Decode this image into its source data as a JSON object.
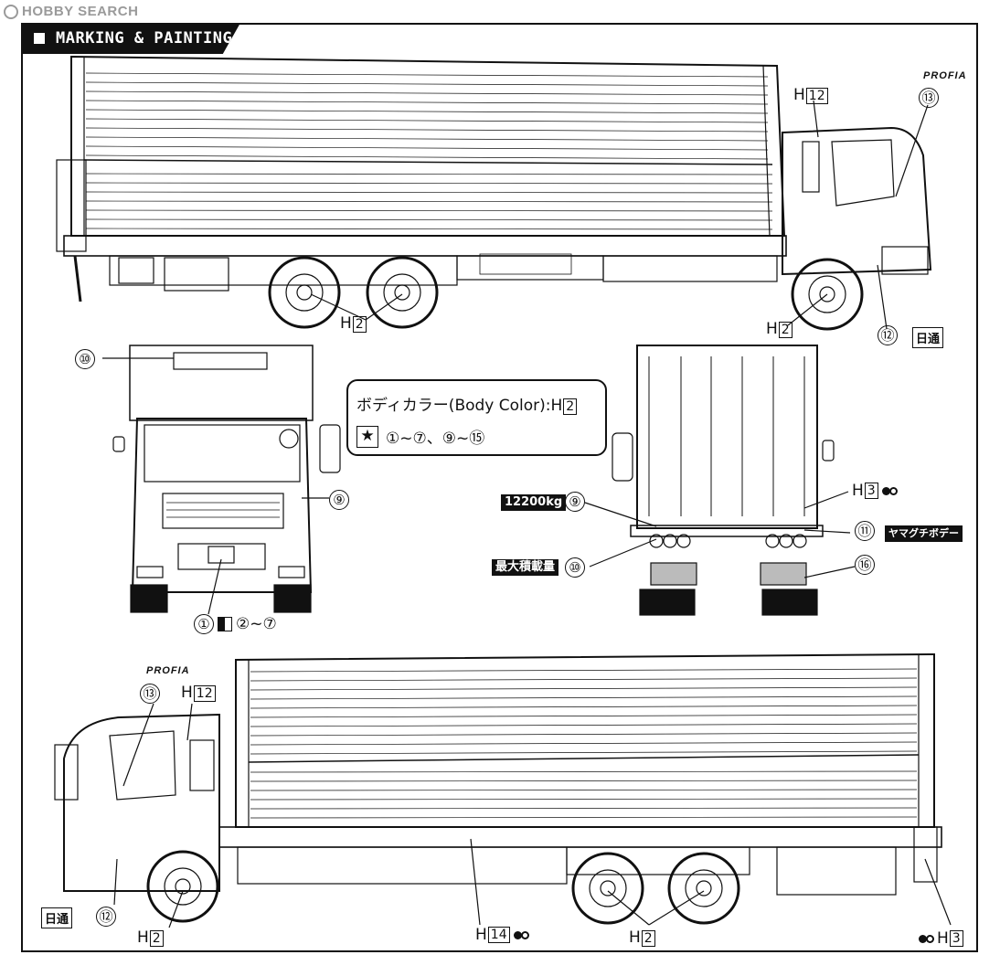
{
  "watermark": "HOBBY SEARCH",
  "header": {
    "title": "MARKING & PAINTING"
  },
  "brand_text": "PROFIA",
  "color_box": {
    "title": "ボディカラー(Body Color):H",
    "title_code": "2",
    "star_symbol": "★",
    "range": "①~⑦、⑨~⑮"
  },
  "callouts": {
    "top_h12_prefix": "H",
    "top_h12_num": "12",
    "top_13": "⑬",
    "top_h2_left_prefix": "H",
    "top_h2_left_num": "2",
    "top_h2_right_prefix": "H",
    "top_h2_right_num": "2",
    "top_12": "⑫",
    "front_10": "⑩",
    "front_9": "⑨",
    "front_1": "①",
    "front_range": "②~⑦",
    "rear_h3_prefix": "H",
    "rear_h3_num": "3",
    "rear_9": "⑨",
    "rear_11": "⑪",
    "rear_10": "⑩",
    "rear_16": "⑯",
    "weight_label": "12200kg",
    "max_load_label": "最大積載量",
    "body_maker_label": "ヤマグチボデー",
    "bot_13": "⑬",
    "bot_h12_prefix": "H",
    "bot_h12_num": "12",
    "bot_12": "⑫",
    "bot_h2_left_prefix": "H",
    "bot_h2_left_num": "2",
    "bot_h14_prefix": "H",
    "bot_h14_num": "14",
    "bot_h2_right_prefix": "H",
    "bot_h2_right_num": "2",
    "bot_h3_prefix": "H",
    "bot_h3_num": "3",
    "decal_top": "日通",
    "decal_bottom": "日通"
  }
}
